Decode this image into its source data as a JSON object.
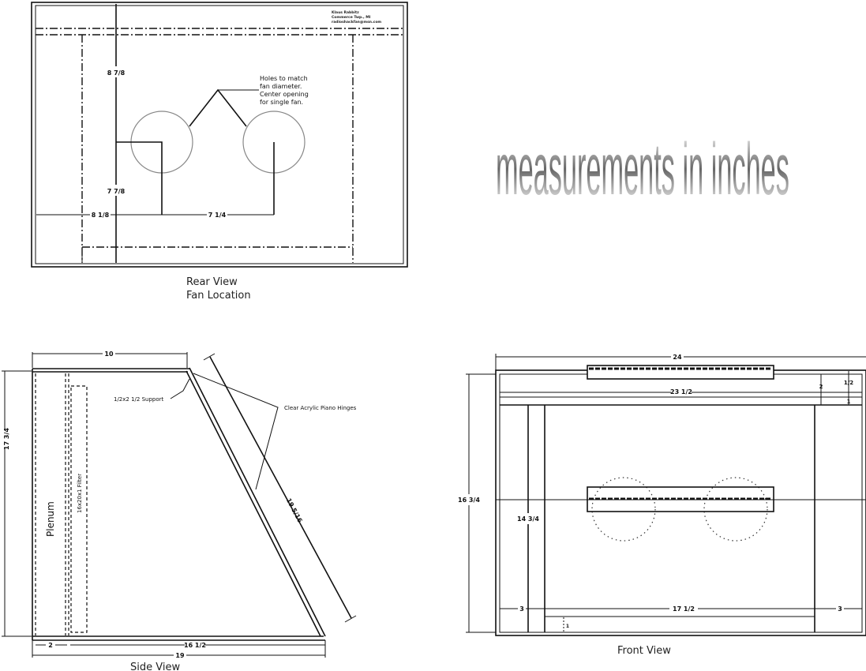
{
  "title_block": [
    "Klaus Rabbitz",
    "Commerce Twp., MI",
    "radioshackfan@msn.com"
  ],
  "watermark": "measurements in inches",
  "rear_view": {
    "caption_line1": "Rear View",
    "caption_line2": "Fan Location",
    "note_lines": [
      "Holes to match",
      "fan diameter.",
      "Center opening",
      "for single fan."
    ],
    "dims": {
      "top_vertical": "8 7/8",
      "bottom_vertical": "7 7/8",
      "left_horizontal": "8 1/8",
      "fan_spacing": "7 1/4"
    }
  },
  "side_view": {
    "caption": "Side View",
    "plenum_label": "Plenum",
    "filter_label": "16x20x1 Filter",
    "support_label": "1/2x2 1/2 Support",
    "hinges_label": "Clear Acrylic Piano Hinges",
    "dims": {
      "top": "10",
      "height": "17 3/4",
      "diagonal": "19 5/16",
      "plenum_depth": "2",
      "bottom_inner": "16 1/2",
      "bottom_total": "19"
    }
  },
  "front_view": {
    "caption": "Front View",
    "dims": {
      "width": "24",
      "inner_width": "23 1/2",
      "top_half": "1/2",
      "top_two": "2",
      "top_one": "1",
      "height": "16 3/4",
      "inner_height": "14 3/4",
      "left_side": "3",
      "opening": "17 1/2",
      "right_side": "3",
      "bottom_one": "1"
    }
  }
}
